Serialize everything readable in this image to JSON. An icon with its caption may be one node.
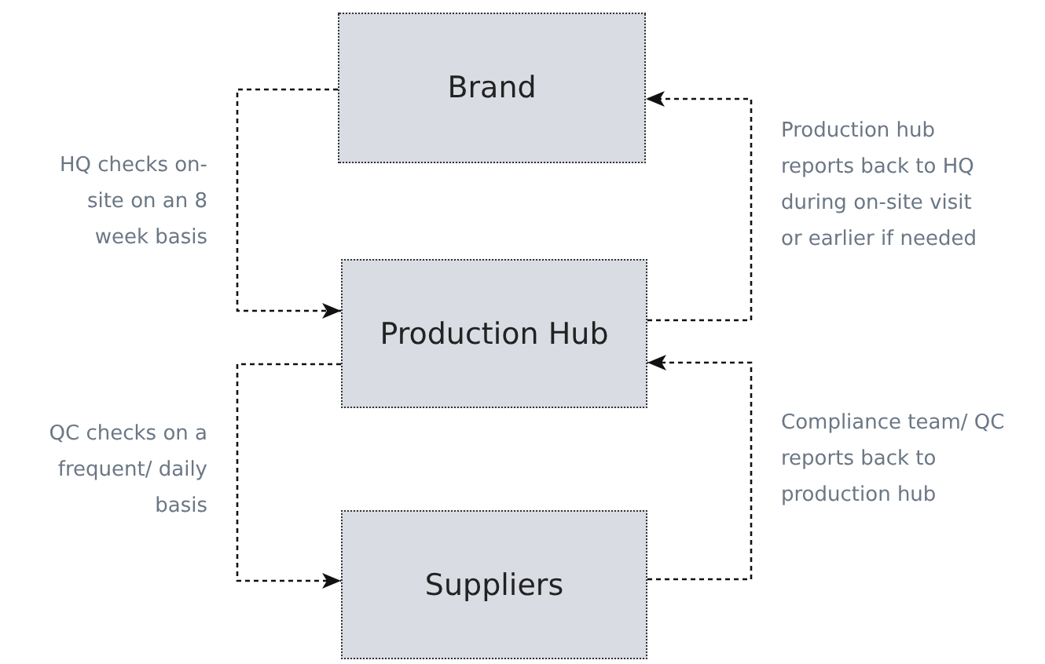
{
  "diagram": {
    "nodes": [
      {
        "text": [
          "Brand"
        ]
      },
      {
        "text": [
          "Production Hub"
        ]
      },
      {
        "text": [
          "Suppliers"
        ]
      }
    ],
    "edges": [
      {
        "from": 0,
        "to": 1,
        "arrow": "to",
        "style": "dashed",
        "label": "HQ checks on-site on an 8 week basis"
      },
      {
        "from": 1,
        "to": 0,
        "arrow": "to",
        "style": "dashed",
        "label": "Production hub reports back to HQ during on-site visit or earlier if needed"
      },
      {
        "from": 1,
        "to": 2,
        "arrow": "to",
        "style": "dashed",
        "label": "QC checks on a frequent/ daily basis"
      },
      {
        "from": 2,
        "to": 1,
        "arrow": "to",
        "style": "dashed",
        "label": "Compliance team/ QC reports back to production hub"
      }
    ]
  }
}
